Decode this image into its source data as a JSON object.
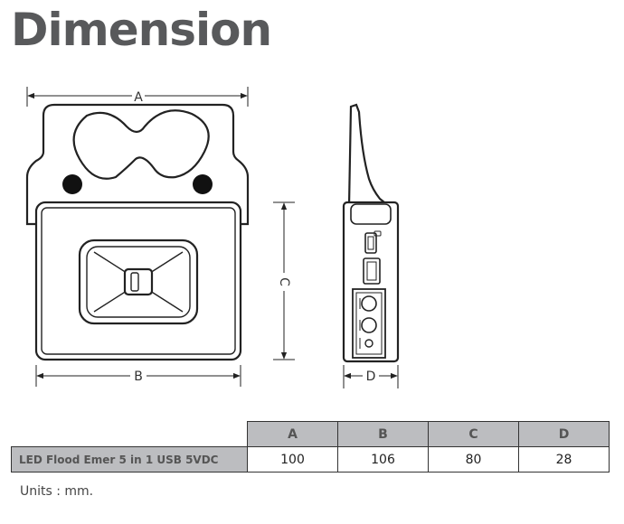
{
  "title": "Dimension",
  "dimension_labels": {
    "a": "A",
    "b": "B",
    "c": "C",
    "d": "D"
  },
  "table": {
    "headers": [
      "A",
      "B",
      "C",
      "D"
    ],
    "rows": [
      {
        "model": "LED  Flood Emer 5 in 1 USB 5VDC",
        "values": [
          "100",
          "106",
          "80",
          "28"
        ]
      }
    ]
  },
  "units_note": "Units : mm.",
  "colors": {
    "title": "#58595b",
    "table_header_bg": "#bcbdc0"
  }
}
